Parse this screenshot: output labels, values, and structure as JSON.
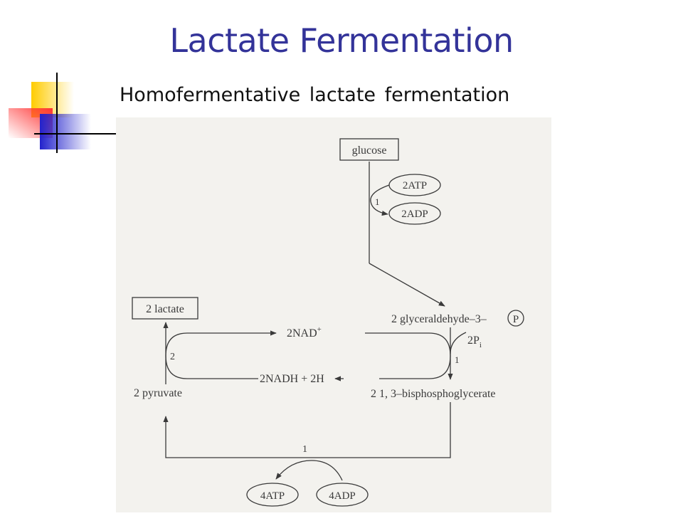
{
  "slide": {
    "title": "Lactate Fermentation",
    "subtitle": "Homofermentative lactate fermentation"
  },
  "diagram": {
    "glucose": "glucose",
    "atp_in": "2ATP",
    "adp_out": "2ADP",
    "step_label_1": "1",
    "g3p": "2 glyceraldehyde–3–",
    "phosphate_symbol": "P",
    "pi": "2P",
    "pi_subscript": "i",
    "step_label_glycolysis": "1",
    "bpg": "2 1, 3–bisphosphoglycerate",
    "nad": "2NAD",
    "nad_superscript": "+",
    "nadh": "2NADH + 2H",
    "lactate": "2 lactate",
    "pyruvate": "2 pyruvate",
    "step_label_2": "2",
    "step_label_bottom": "1",
    "atp_out": "4ATP",
    "adp_in": "4ADP"
  },
  "colors": {
    "title": "#333399",
    "figure_bg": "#f3f2ee",
    "ink": "#3a3a3a"
  }
}
